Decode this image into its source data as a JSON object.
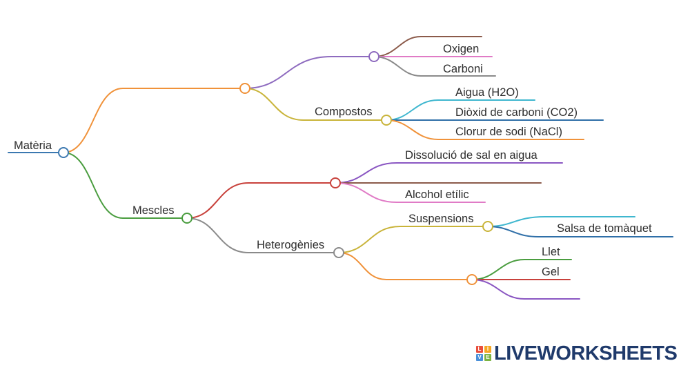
{
  "nodes": {
    "root": "Matèria",
    "mescles": "Mescles",
    "compostos": "Compostos",
    "heterogenies": "Heterogènies",
    "suspensions": "Suspensions"
  },
  "leaves": {
    "oxigen": "Oxigen",
    "carboni": "Carboni",
    "aigua": "Aigua (H2O)",
    "dioxid": "Diòxid de carboni (CO2)",
    "clorur": "Clorur de sodi (NaCl)",
    "dissolucio": "Dissolució de sal en aigua",
    "alcohol": "Alcohol etílic",
    "salsa": "Salsa de tomàquet",
    "llet": "Llet",
    "gel": "Gel"
  },
  "brand": {
    "name": "LIVEWORKSHEETS",
    "logo_letters": [
      "L",
      "I",
      "V",
      "E"
    ],
    "logo_colors": [
      "#e94e3c",
      "#f5a623",
      "#4a90d9",
      "#7cb342"
    ],
    "text_color": "#1f3a6b"
  },
  "colors": {
    "orange": "#f0923a",
    "green": "#4a9d3f",
    "blue": "#3b78b0",
    "purple": "#8e6bbf",
    "olive": "#c9b43a",
    "red": "#c8413b",
    "gray": "#8a8a8a",
    "brown": "#8b5a4a",
    "pink": "#e07bc6",
    "cyan": "#3fb7cf",
    "darkblue": "#2f6fa8",
    "violet": "#8a56c2"
  }
}
